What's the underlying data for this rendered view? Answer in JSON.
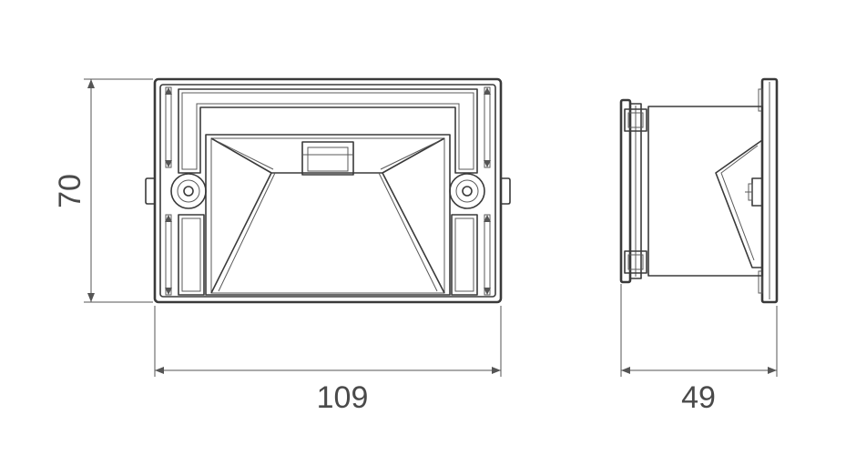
{
  "dimensions": {
    "width_front": "109",
    "height_front": "70",
    "depth_side": "49"
  },
  "colors": {
    "line": "#3a3a3a",
    "dimension_text": "#4a4a4a",
    "background": "#ffffff"
  }
}
